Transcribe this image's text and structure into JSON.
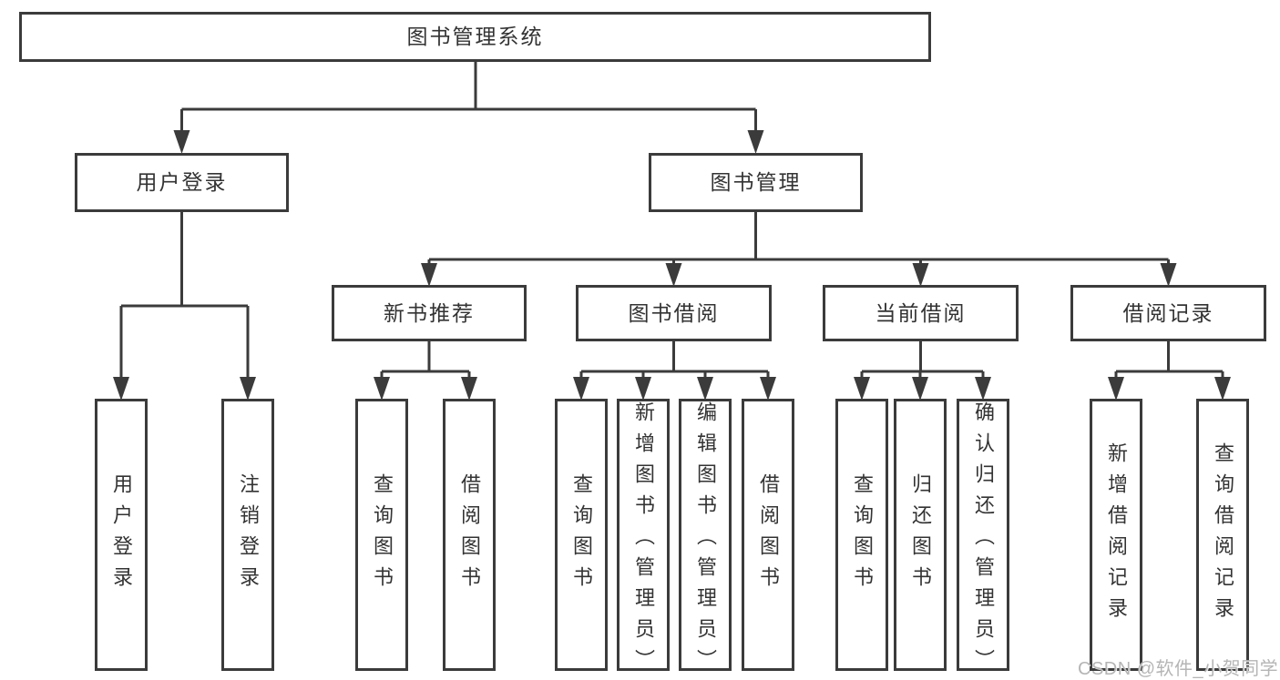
{
  "colors": {
    "line": "#3b3b3b",
    "text": "#333333",
    "watermark": "#b5b5b5",
    "background": "#ffffff"
  },
  "diagram": {
    "root": {
      "label": "图书管理系统"
    },
    "level2": [
      {
        "label": "用户登录"
      },
      {
        "label": "图书管理"
      }
    ],
    "level3": [
      {
        "label": "新书推荐"
      },
      {
        "label": "图书借阅"
      },
      {
        "label": "当前借阅"
      },
      {
        "label": "借阅记录"
      }
    ],
    "leaves": [
      {
        "label": "用户登录"
      },
      {
        "label": "注销登录"
      },
      {
        "label": "查询图书"
      },
      {
        "label": "借阅图书"
      },
      {
        "label": "查询图书"
      },
      {
        "label": "新增图书（管理员）"
      },
      {
        "label": "编辑图书（管理员）"
      },
      {
        "label": "借阅图书"
      },
      {
        "label": "查询图书"
      },
      {
        "label": "归还图书"
      },
      {
        "label": "确认归还（管理员）"
      },
      {
        "label": "新增借阅记录"
      },
      {
        "label": "查询借阅记录"
      }
    ]
  },
  "watermark": {
    "text": "CSDN @软件_小贺同学"
  }
}
